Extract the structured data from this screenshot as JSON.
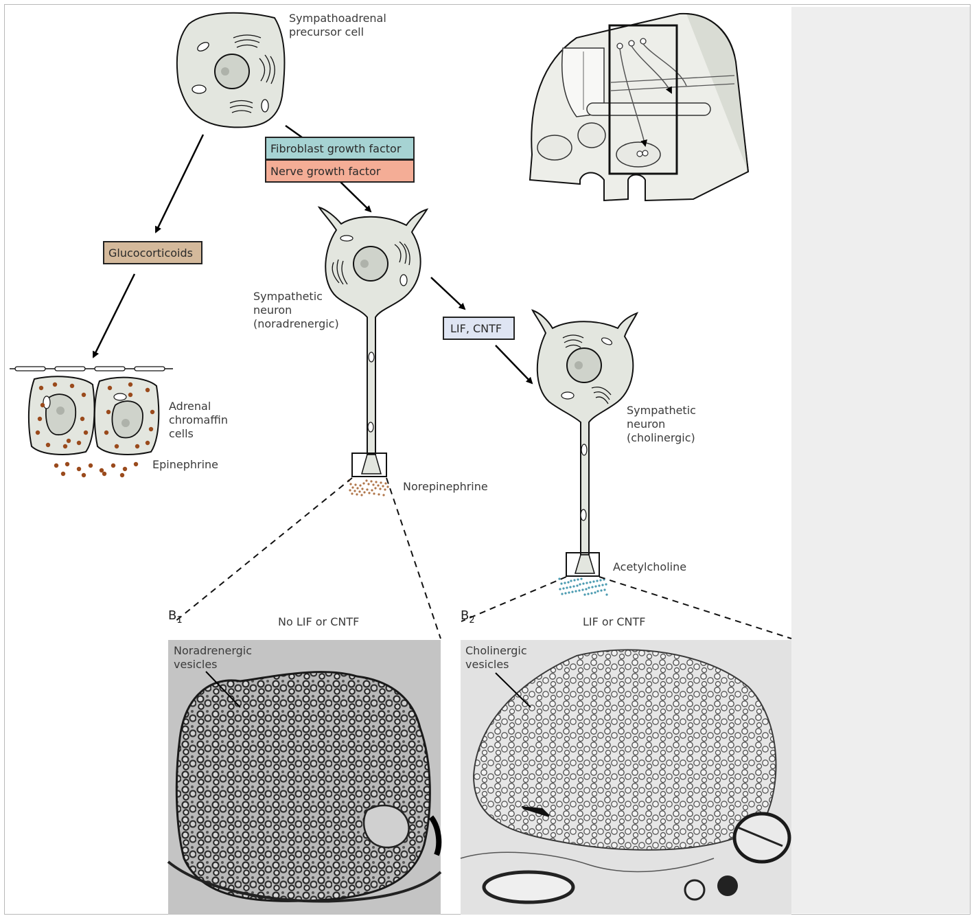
{
  "labels": {
    "precursor": [
      "Sympathoadrenal",
      "precursor cell"
    ],
    "fgf": "Fibroblast growth factor",
    "ngf": "Nerve growth factor",
    "glucocorticoids": "Glucocorticoids",
    "lif_cntf_box": "LIF, CNTF",
    "noradrenergic_neuron": [
      "Sympathetic",
      "neuron",
      "(noradrenergic)"
    ],
    "cholinergic_neuron": [
      "Sympathetic",
      "neuron",
      "(cholinergic)"
    ],
    "chromaffin": [
      "Adrenal",
      "chromaffin",
      "cells"
    ],
    "epinephrine": "Epinephrine",
    "norepinephrine": "Norepinephrine",
    "acetylcholine": "Acetylcholine",
    "b1_main": "B",
    "b1_sub": "1",
    "b2_main": "B",
    "b2_sub": "2",
    "b1_title": "No LIF or CNTF",
    "b2_title": "LIF or CNTF",
    "noradrenergic_vesicles": [
      "Noradrenergic",
      "vesicles"
    ],
    "cholinergic_vesicles": [
      "Cholinergic",
      "vesicles"
    ]
  },
  "colors": {
    "cell_fill": "#e3e6df",
    "fgf_box": "#a6d3d3",
    "ngf_box": "#f4ad96",
    "gluco_box": "#d4b99b",
    "lif_box": "#dfe5f3",
    "epinephrine_dots": "#9a4a1c",
    "norepinephrine_dots": "#b0764a",
    "acetylcholine_dots": "#4a9ab0"
  }
}
